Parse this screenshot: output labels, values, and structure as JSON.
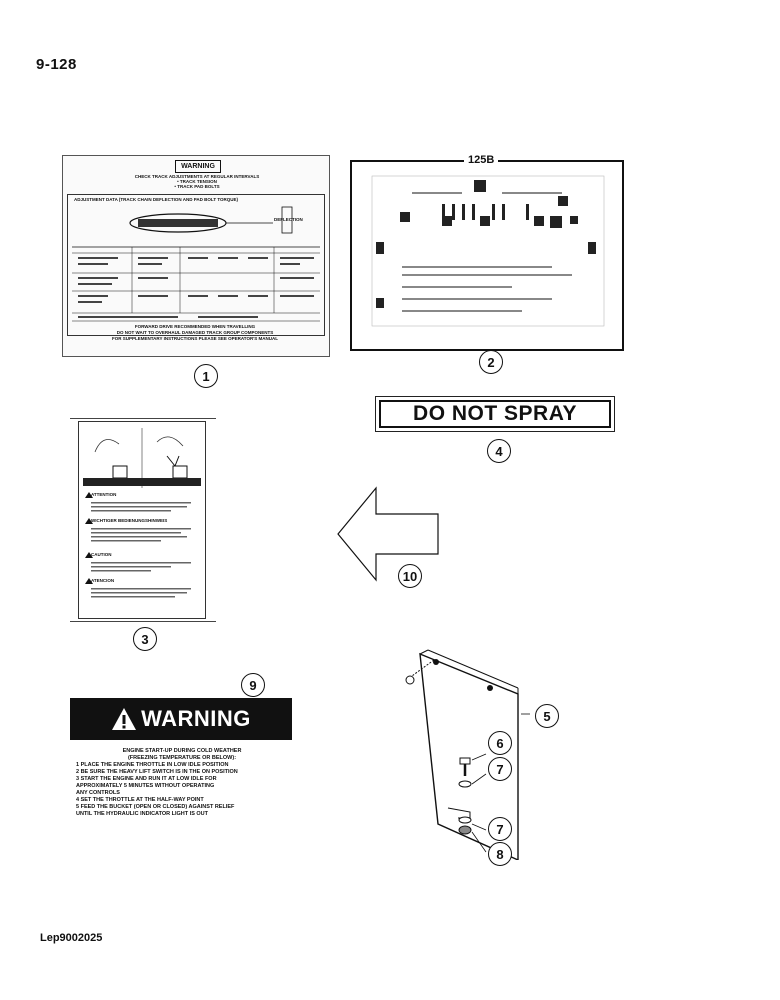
{
  "page_number": "9-128",
  "footer_code": "Lep9002025",
  "callouts": {
    "c1": "1",
    "c2": "2",
    "c3": "3",
    "c4": "4",
    "c5": "5",
    "c6": "6",
    "c7a": "7",
    "c7b": "7",
    "c8": "8",
    "c9": "9",
    "c10": "10"
  },
  "decal1": {
    "warning": "WARNING",
    "check_lines": [
      "CHECK TRACK ADJUSTMENTS AT REGULAR INTERVALS",
      "• TRACK TENSION",
      "• TRACK PAD BOLTS"
    ],
    "adjustment_title": "ADJUSTMENT DATA (TRACK CHAIN DEFLECTION AND PAD BOLT TORQUE)",
    "deflection": "DEFLECTION",
    "footer_lines": [
      "FORWARD DRIVE RECOMMENDED WHEN TRAVELLING",
      "DO NOT WAIT TO OVERHAUL DAMAGED TRACK GROUP COMPONENTS",
      "FOR SUPPLEMENTARY INSTRUCTIONS PLEASE SEE OPERATOR'S MANUAL"
    ]
  },
  "decal2": {
    "label": "125B"
  },
  "decal3": {
    "headings": [
      "ATTENTION",
      "WICHTIGER BEDIENUNGSHINWEIS",
      "CAUTION",
      "ATENCION"
    ]
  },
  "decal4": {
    "text": "DO NOT SPRAY"
  },
  "decal9": {
    "warning": "WARNING",
    "title_lines": [
      "ENGINE START-UP DURING COLD WEATHER",
      "(FREEZING TEMPERATURE OR BELOW):"
    ],
    "steps": [
      "1  PLACE THE ENGINE THROTTLE IN LOW IDLE POSITION",
      "2  BE SURE THE HEAVY LIFT SWITCH IS IN THE ON POSITION",
      "3  START THE ENGINE AND RUN IT AT LOW IDLE FOR",
      "    APPROXIMATELY 5 MINUTES WITHOUT OPERATING",
      "    ANY CONTROLS",
      "4  SET THE THROTTLE AT THE HALF-WAY POINT",
      "5  FEED THE BUCKET (OPEN OR CLOSED) AGAINST RELIEF",
      "    UNTIL THE HYDRAULIC INDICATOR LIGHT IS OUT"
    ]
  }
}
